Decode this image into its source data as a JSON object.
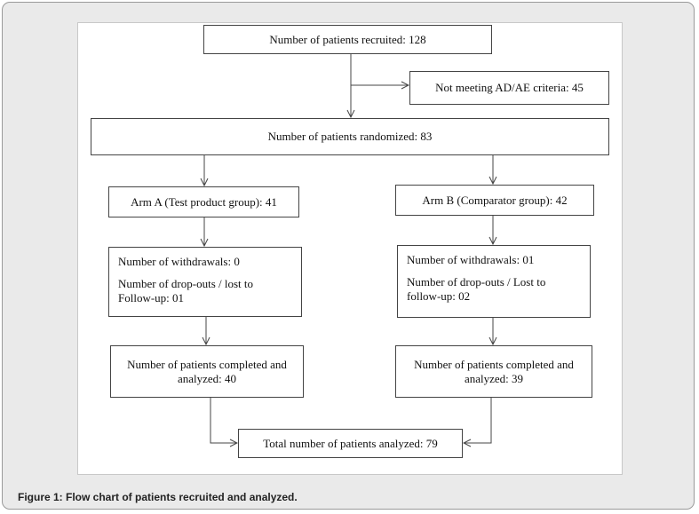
{
  "caption": "Figure 1: Flow chart of patients recruited and analyzed.",
  "flowchart": {
    "recruited": "Number of patients recruited: 128",
    "excluded": "Not meeting AD/AE criteria: 45",
    "randomized": "Number of patients randomized: 83",
    "arm_a": {
      "title": "Arm A (Test product group): 41",
      "withdrawals": "Number of withdrawals: 0",
      "dropouts": "Number of drop-outs / lost to Follow-up: 01",
      "completed": "Number of patients completed and analyzed: 40"
    },
    "arm_b": {
      "title": "Arm B (Comparator group): 42",
      "withdrawals": "Number of withdrawals: 01",
      "dropouts": "Number of drop-outs / Lost to follow-up: 02",
      "completed": "Number of patients completed and analyzed: 39"
    },
    "total": "Total number of patients analyzed: 79"
  }
}
